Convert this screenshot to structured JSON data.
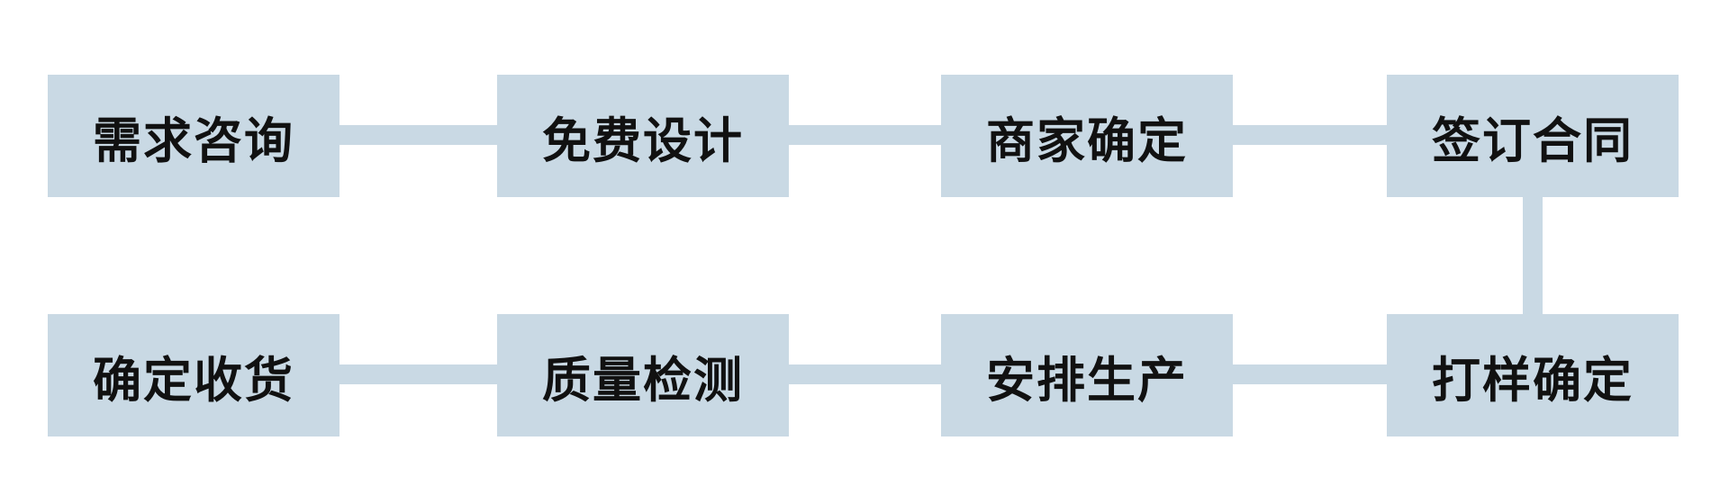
{
  "flow": {
    "steps": [
      {
        "label": "需求咨询"
      },
      {
        "label": "免费设计"
      },
      {
        "label": "商家确定"
      },
      {
        "label": "签订合同"
      },
      {
        "label": "打样确定"
      },
      {
        "label": "安排生产"
      },
      {
        "label": "质量检测"
      },
      {
        "label": "确定收货"
      }
    ],
    "colors": {
      "box": "#c9d9e4",
      "connector": "#c9d9e4",
      "text": "#111111",
      "background": "#ffffff"
    }
  }
}
